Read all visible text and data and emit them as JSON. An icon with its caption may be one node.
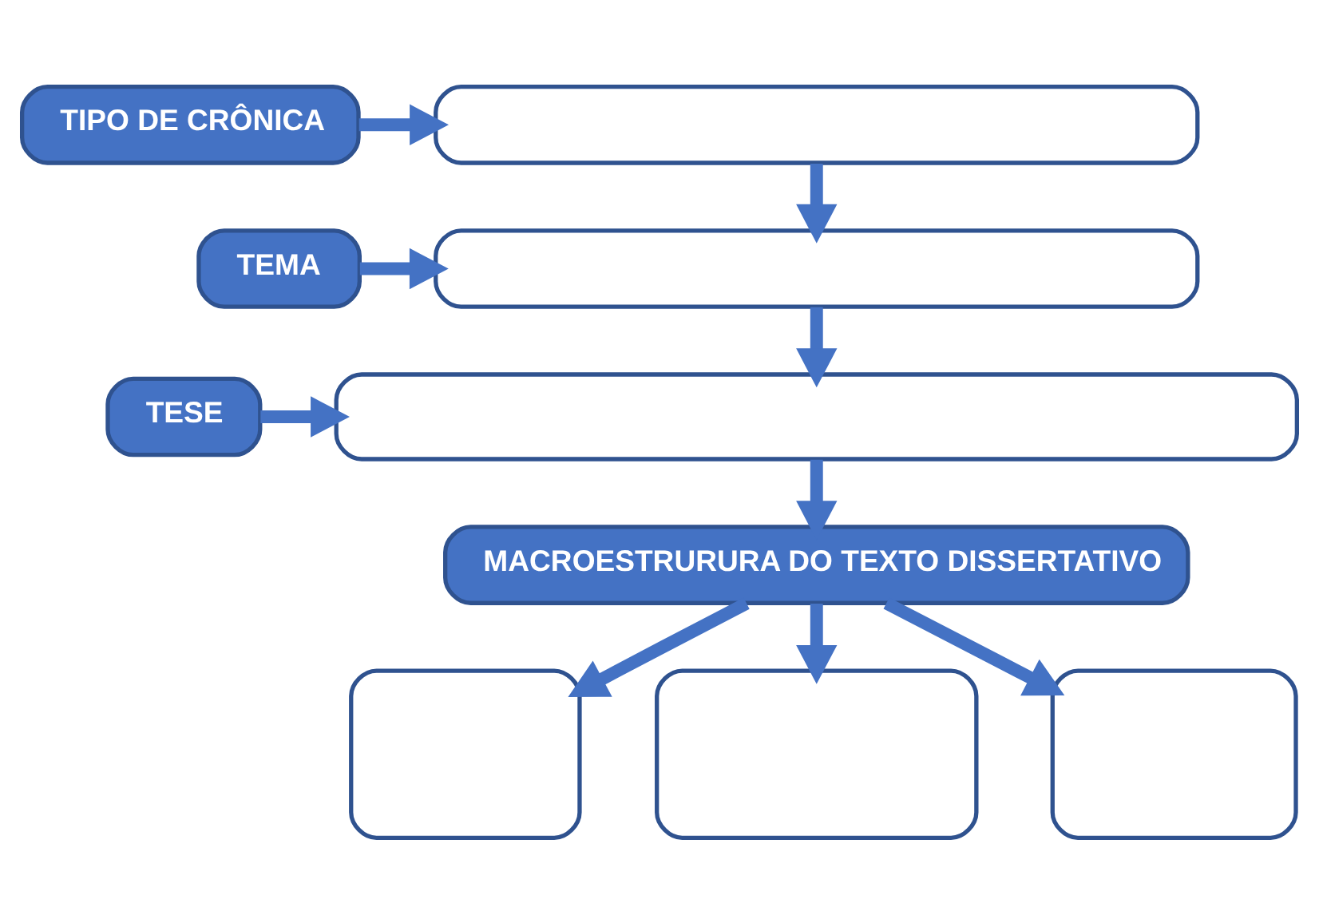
{
  "diagram": {
    "nodes": [
      {
        "text": [
          "TIPO DE CRÔNICA"
        ]
      },
      {
        "text": [],
        "shape": "box"
      },
      {
        "text": [
          "TEMA"
        ]
      },
      {
        "text": [],
        "shape": "box"
      },
      {
        "text": [
          "TESE"
        ]
      },
      {
        "text": [],
        "shape": "box"
      },
      {
        "text": [
          "MACROESTRURURA DO TEXTO DISSERTATIVO"
        ]
      },
      {
        "text": [],
        "shape": "box"
      },
      {
        "text": [],
        "shape": "box"
      },
      {
        "text": [],
        "shape": "box"
      }
    ],
    "edges": [
      {
        "from": 0,
        "to": 1,
        "arrow": "to"
      },
      {
        "from": 1,
        "to": 3,
        "arrow": "to"
      },
      {
        "from": 2,
        "to": 3,
        "arrow": "to"
      },
      {
        "from": 3,
        "to": 5,
        "arrow": "to"
      },
      {
        "from": 4,
        "to": 5,
        "arrow": "to"
      },
      {
        "from": 5,
        "to": 6,
        "arrow": "to"
      },
      {
        "from": 6,
        "to": 7,
        "arrow": "to"
      },
      {
        "from": 6,
        "to": 8,
        "arrow": "to"
      },
      {
        "from": 6,
        "to": 9,
        "arrow": "to"
      }
    ]
  }
}
